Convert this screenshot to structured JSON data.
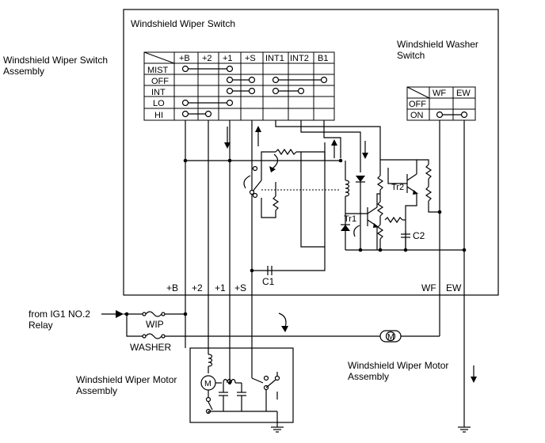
{
  "labels": {
    "switch_title": "Windshield Wiper Switch",
    "assembly": [
      "Windshield Wiper Switch",
      "Assembly"
    ],
    "washer_switch": [
      "Windshield Washer",
      "Switch"
    ],
    "from_relay": [
      "from IG1 NO.2",
      "Relay"
    ],
    "wip": "WIP",
    "washer": "WASHER",
    "motor_left": [
      "Windshield Wiper Motor",
      "Assembly"
    ],
    "motor_right": [
      "Windshield Wiper Motor",
      "Assembly"
    ],
    "c1": "C1",
    "c2": "C2",
    "tr1": "Tr1",
    "tr2": "Tr2",
    "motor_symbol": "M"
  },
  "switch_table": {
    "columns": [
      "+B",
      "+2",
      "+1",
      "+S",
      "INT1",
      "INT2",
      "B1"
    ],
    "rows": [
      "MIST",
      "OFF",
      "INT",
      "LO",
      "HI"
    ]
  },
  "washer_table": {
    "columns": [
      "WF",
      "EW"
    ],
    "rows": [
      "OFF",
      "ON"
    ]
  },
  "terminals": [
    "+B",
    "+2",
    "+1",
    "+S",
    "WF",
    "EW"
  ]
}
